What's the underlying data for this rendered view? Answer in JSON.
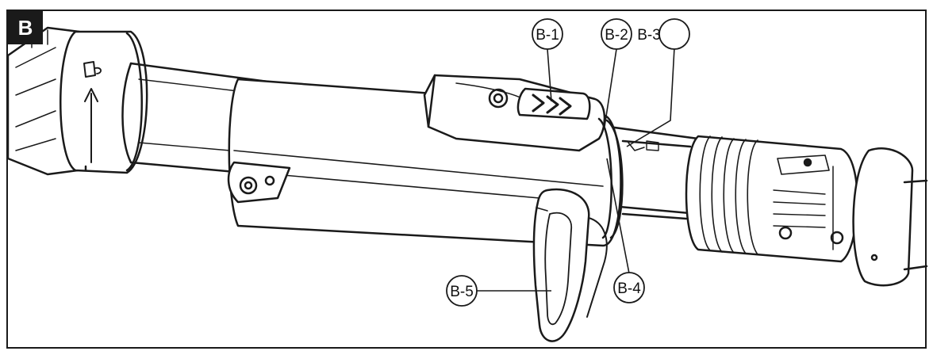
{
  "panel_label": "B",
  "callouts": [
    {
      "label": "B-1"
    },
    {
      "label": "B-2"
    },
    {
      "label": "B-3"
    },
    {
      "label": "B-4"
    },
    {
      "label": "B-5"
    }
  ]
}
